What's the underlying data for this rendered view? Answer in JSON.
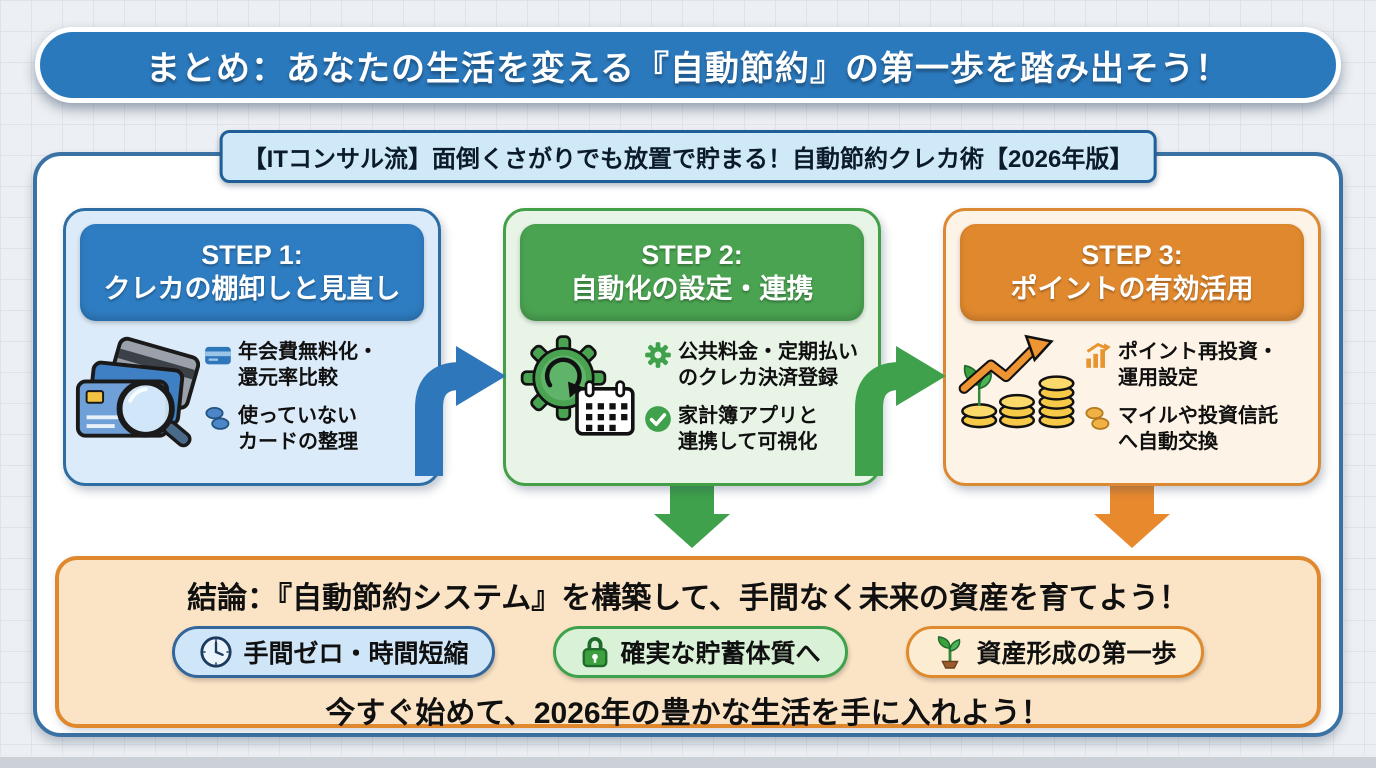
{
  "banner": {
    "title": "まとめ：あなたの生活を変える『自動節約』の第一歩を踏み出そう！"
  },
  "subtitle": {
    "text": "【ITコンサル流】面倒くさがりでも放置で貯まる！自動節約クレカ術【2026年版】"
  },
  "steps": [
    {
      "label": "STEP 1:",
      "title": "クレカの棚卸しと見直し",
      "accent": "#2e7cc1",
      "bullets": [
        {
          "icon": "credit-card-icon",
          "text": "年会費無料化・\n還元率比較"
        },
        {
          "icon": "coins-icon",
          "text": "使っていない\nカードの整理"
        }
      ]
    },
    {
      "label": "STEP 2:",
      "title": "自動化の設定・連携",
      "accent": "#4aa351",
      "bullets": [
        {
          "icon": "gear-icon",
          "text": "公共料金・定期払い\nのクレカ決済登録"
        },
        {
          "icon": "check-icon",
          "text": "家計簿アプリと\n連携して可視化"
        }
      ]
    },
    {
      "label": "STEP 3:",
      "title": "ポイントの有効活用",
      "accent": "#e0882e",
      "bullets": [
        {
          "icon": "growth-chart-icon",
          "text": "ポイント再投資・\n運用設定"
        },
        {
          "icon": "coins-exchange-icon",
          "text": "マイルや投資信託\nへ自動交換"
        }
      ]
    }
  ],
  "conclusion": {
    "headline": "結論：『自動節約システム』を構築して、手間なく未来の資産を育てよう！",
    "badges": [
      {
        "icon": "clock-icon",
        "label": "手間ゼロ・時間短縮"
      },
      {
        "icon": "lock-icon",
        "label": "確実な貯蓄体質へ"
      },
      {
        "icon": "seedling-icon",
        "label": "資産形成の第一歩"
      }
    ],
    "cta": "今すぐ始めて、2026年の豊かな生活を手に入れよう！"
  },
  "colors": {
    "banner_bg": "#2b79bd",
    "frame_border": "#3b72a4",
    "step1_accent": "#2e7cc1",
    "step2_accent": "#4aa351",
    "step3_accent": "#e0882e",
    "conclusion_bg": "#fbe4c6"
  }
}
